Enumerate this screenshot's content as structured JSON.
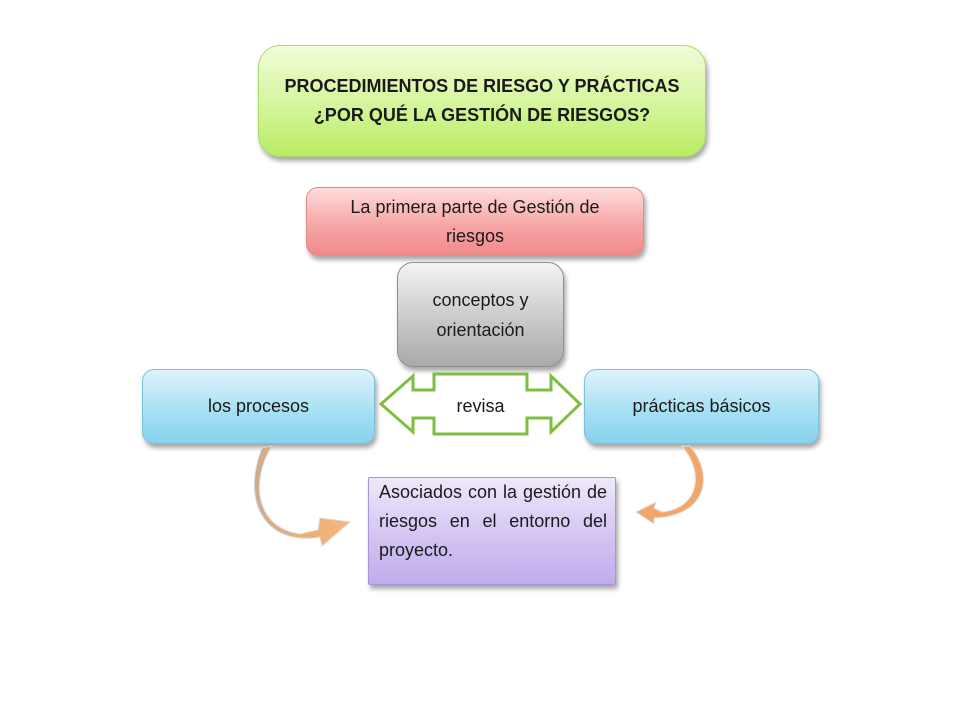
{
  "title": "PROCEDIMIENTOS DE RIESGO Y PRÁCTICAS ¿POR QUÉ LA GESTIÓN DE RIESGOS?",
  "subtitle_box": "La primera parte de Gestión de riesgos",
  "center_box": "conceptos y orientación",
  "left_box": "los procesos",
  "right_box": "prácticas básicos",
  "connector_label": "revisa",
  "bottom_box": "Asociados con la gestión de riesgos en el entorno del proyecto.",
  "colors": {
    "title_fill": "#c6f07c",
    "pink_fill": "#f5a3a3",
    "gray_fill": "#c4c4c4",
    "blue_fill": "#9edbf1",
    "purple_fill": "#cdbdf0",
    "arrow_outline": "#7fbf3f",
    "curved_arrow": "#f0a868"
  }
}
